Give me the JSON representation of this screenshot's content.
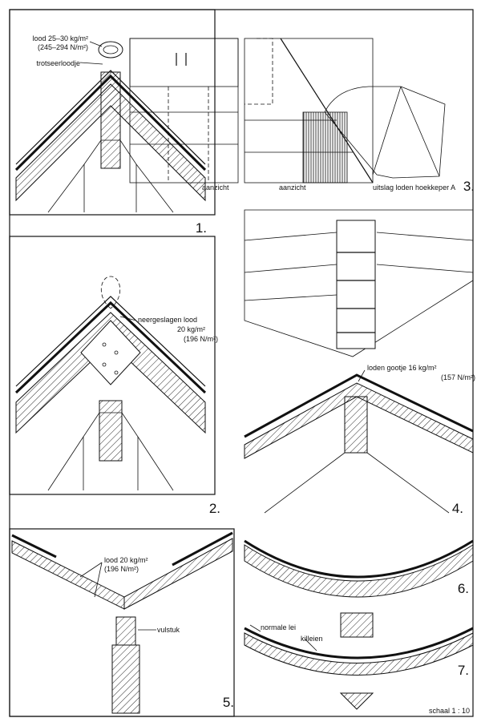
{
  "figures": {
    "fig1": {
      "number": "1.",
      "lead_label_line1": "lood 25–30 kg/m²",
      "lead_label_line2": "(245–294 N/m²)",
      "clip_label": "trotseerloodje",
      "view_label": "aanzicht"
    },
    "fig3": {
      "number": "3.",
      "view_label": "aanzicht",
      "unfold_label": "uitslag loden hoekkeper A"
    },
    "fig2": {
      "number": "2.",
      "lead_label_line1": "neergeslagen lood",
      "lead_label_line2": "20 kg/m²",
      "lead_label_line3": "(196 N/m²)"
    },
    "fig4": {
      "number": "4.",
      "gutter_label_line1": "loden gootje 16 kg/m²",
      "gutter_label_line2": "(157 N/m²)"
    },
    "fig5": {
      "number": "5.",
      "lead_label_line1": "lood 20 kg/m²",
      "lead_label_line2": "(196 N/m²)",
      "filler_label": "vulstuk"
    },
    "fig6": {
      "number": "6."
    },
    "fig7": {
      "number": "7.",
      "slate_label": "normale lei",
      "valley_slate_label": "killeien"
    }
  },
  "scale_label": "schaal 1 : 10"
}
